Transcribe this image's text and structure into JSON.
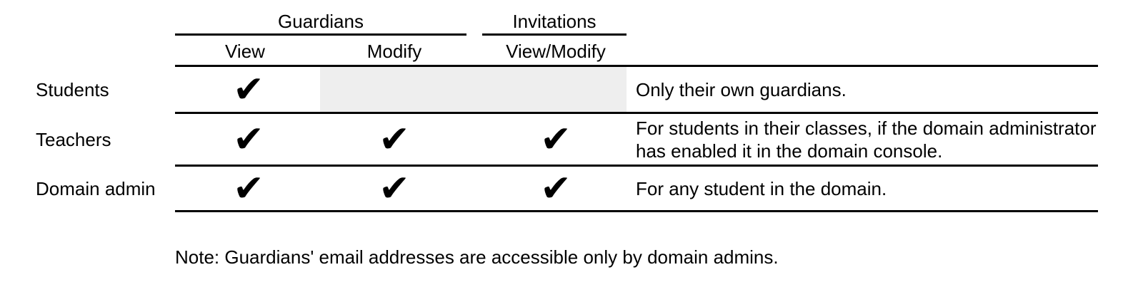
{
  "colors": {
    "background": "#ffffff",
    "text": "#000000",
    "rule": "#000000",
    "not_applicable_shade": "#eeeeee"
  },
  "table": {
    "check_glyph": "✔",
    "column_groups": [
      {
        "label": "Guardians"
      },
      {
        "label": "Invitations"
      }
    ],
    "columns": [
      "View",
      "Modify",
      "View/Modify"
    ],
    "rows": [
      {
        "label": "Students",
        "permissions": {
          "guardians_view": true,
          "guardians_modify": false,
          "invitations_view_modify": false
        },
        "not_applicable_shaded": true,
        "note": "Only their own guardians."
      },
      {
        "label": "Teachers",
        "permissions": {
          "guardians_view": true,
          "guardians_modify": true,
          "invitations_view_modify": true
        },
        "not_applicable_shaded": false,
        "note": "For students in their classes, if the domain administrator has enabled it in the domain console."
      },
      {
        "label": "Domain admin",
        "permissions": {
          "guardians_view": true,
          "guardians_modify": true,
          "invitations_view_modify": true
        },
        "not_applicable_shaded": false,
        "note": "For any student in the domain."
      }
    ]
  },
  "footnote": "Note: Guardians' email addresses are accessible only by domain admins."
}
